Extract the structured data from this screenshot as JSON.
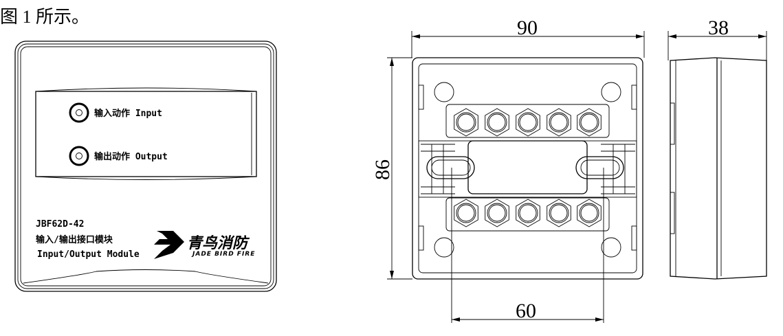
{
  "caption": "图 1 所示。",
  "front_view": {
    "indicators": [
      {
        "label": "输入动作 Input"
      },
      {
        "label": "输出动作 Output"
      }
    ],
    "model": "JBF62D-42",
    "name_cn": "输入/输出接口模块",
    "name_en": "Input/Output Module",
    "logo": {
      "cn": "青鸟消防",
      "en": "JADE BIRD FIRE"
    }
  },
  "dimensions": {
    "width": "90",
    "height": "86",
    "hole_spacing": "60",
    "depth": "38"
  }
}
